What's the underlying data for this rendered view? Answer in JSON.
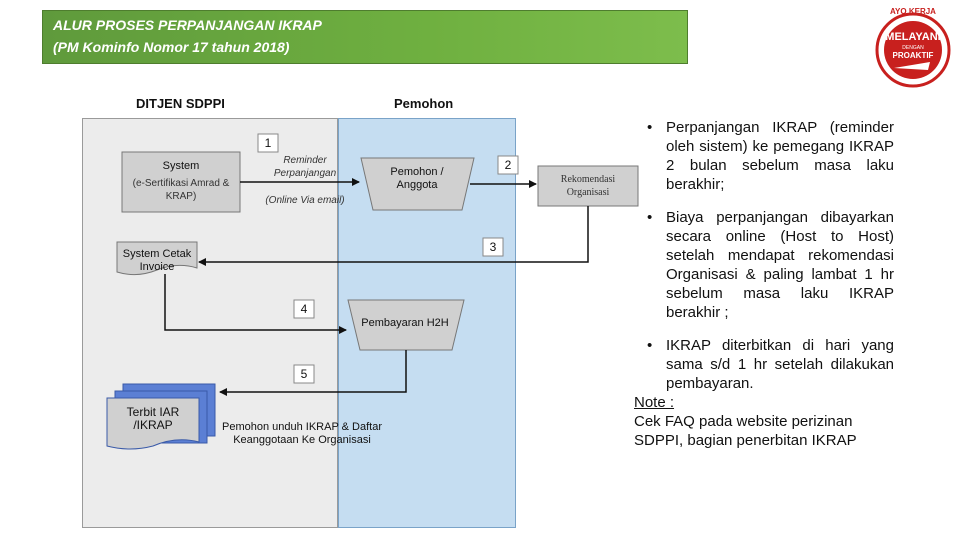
{
  "title": {
    "line1": "ALUR PROSES PERPANJANGAN IKRAP",
    "line2": "(PM Kominfo Nomor 17 tahun 2018)"
  },
  "logo": {
    "top_text": "AYO KERJA",
    "main_text": "MELAYANI",
    "sub_text": "DENGAN",
    "sub2_text": "PROAKTIF",
    "color": "#c8201e"
  },
  "lanes": {
    "left": "DITJEN SDPPI",
    "right": "Pemohon"
  },
  "nodes": {
    "system_title": "System",
    "system_sub": "(e-Sertifikasi Amrad & KRAP)",
    "reminder": "Reminder Perpanjangan",
    "reminder_channel": "(Online Via email)",
    "pemohon": "Pemohon / Anggota",
    "rekomendasi": "Rekomendasi Organisasi",
    "cetak_invoice": "System Cetak Invoice",
    "pembayaran": "Pembayaran H2H",
    "terbit": "Terbit IAR /IKRAP",
    "unduh": "Pemohon unduh IKRAP & Daftar Keanggotaan Ke Organisasi"
  },
  "steps": [
    "1",
    "2",
    "3",
    "4",
    "5"
  ],
  "bullets": [
    "Perpanjangan IKRAP (reminder oleh sistem) ke pemegang IKRAP 2 bulan sebelum masa laku berakhir;",
    "Biaya perpanjangan dibayarkan secara online (Host to Host) setelah mendapat rekomendasi Organisasi & paling lambat 1 hr sebelum masa laku IKRAP berakhir ;",
    "IKRAP diterbitkan di hari yang sama s/d 1 hr setelah dilakukan pembayaran."
  ],
  "bullet_marker": "•",
  "note": {
    "heading": "Note :",
    "text": "Cek FAQ pada website perizinan SDPPI, bagian penerbitan IKRAP"
  },
  "colors": {
    "title_bar": "#6fb040",
    "lane_left": "#ececec",
    "lane_right": "#c5ddf1",
    "shape_gray": "#d0d0d0",
    "doc_stack": "#5b7fd4"
  }
}
